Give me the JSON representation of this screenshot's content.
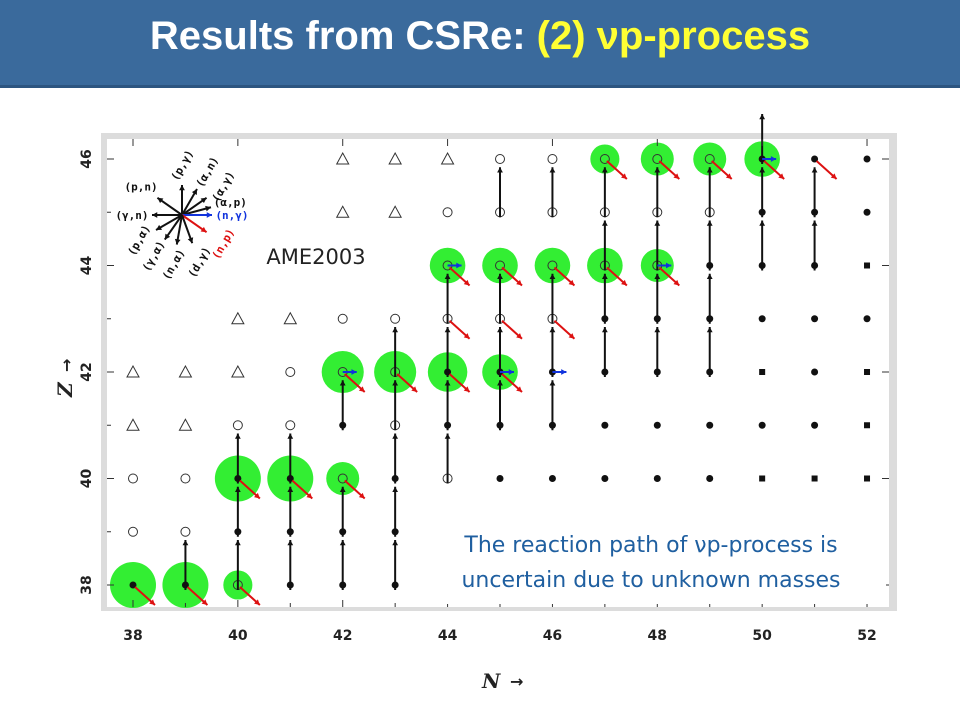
{
  "title": {
    "prefix": "Results from CSRe: ",
    "highlight": "(2) νp-process"
  },
  "annotations": {
    "mass_table": "AME2003",
    "note_line1": "The reaction path of νp-process is",
    "note_line2": "uncertain due to unknown masses"
  },
  "legend_key": {
    "labels": [
      "(p,γ)",
      "(α,n)",
      "(α,γ)",
      "(α,p)",
      "(n,γ)",
      "(n,p)",
      "(d,γ)",
      "(n,α)",
      "(γ,α)",
      "(p,α)",
      "(γ,n)",
      "(p,n)"
    ]
  },
  "colors": {
    "flux_circle": "#33ee33",
    "arrow_np": "#dd1111",
    "arrow_ngamma": "#1133dd",
    "arrow_pgamma": "#111111",
    "title_bar": "#3a6a9c",
    "title_highlight": "#ffff33",
    "note_text": "#1f5fa0"
  },
  "chart_data": {
    "type": "scatter",
    "title": "",
    "xlabel": "N",
    "ylabel": "Z",
    "xlim": [
      37.1,
      52.6
    ],
    "ylim": [
      37.3,
      46.6
    ],
    "xticks": [
      38,
      40,
      42,
      44,
      46,
      48,
      50,
      52
    ],
    "yticks": [
      38,
      40,
      42,
      44,
      46
    ],
    "grid": false,
    "legend_position": "top-left",
    "rows": [
      {
        "Z": 46,
        "cells": {
          "42": "U",
          "43": "U",
          "44": "U",
          "45": "P",
          "46": "P",
          "47": "P",
          "48": "P",
          "49": "P",
          "50": "M",
          "51": "M",
          "52": "M"
        }
      },
      {
        "Z": 45,
        "cells": {
          "42": "U",
          "43": "U",
          "44": "P",
          "45": "P",
          "46": "P",
          "47": "P",
          "48": "P",
          "49": "P",
          "50": "M",
          "51": "M",
          "52": "M"
        }
      },
      {
        "Z": 44,
        "cells": {
          "44": "P",
          "45": "P",
          "46": "P",
          "47": "P",
          "48": "P",
          "49": "M",
          "50": "M",
          "51": "M",
          "52": "S"
        }
      },
      {
        "Z": 43,
        "cells": {
          "40": "U",
          "41": "U",
          "42": "P",
          "43": "P",
          "44": "P",
          "45": "P",
          "46": "P",
          "47": "M",
          "48": "M",
          "49": "M",
          "50": "M",
          "51": "M",
          "52": "M"
        }
      },
      {
        "Z": 42,
        "cells": {
          "38": "U",
          "39": "U",
          "40": "U",
          "41": "P",
          "42": "P",
          "43": "P",
          "44": "M",
          "45": "M",
          "46": "M",
          "47": "M",
          "48": "M",
          "49": "M",
          "50": "S",
          "51": "M",
          "52": "S"
        }
      },
      {
        "Z": 41,
        "cells": {
          "38": "U",
          "39": "U",
          "40": "P",
          "41": "P",
          "42": "M",
          "43": "P",
          "44": "M",
          "45": "M",
          "46": "M",
          "47": "M",
          "48": "M",
          "49": "M",
          "50": "M",
          "51": "M",
          "52": "S"
        }
      },
      {
        "Z": 40,
        "cells": {
          "38": "P",
          "39": "P",
          "40": "M",
          "41": "M",
          "42": "P",
          "43": "M",
          "44": "P",
          "45": "M",
          "46": "M",
          "47": "M",
          "48": "M",
          "49": "M",
          "50": "S",
          "51": "S",
          "52": "S"
        }
      },
      {
        "Z": 39,
        "cells": {
          "38": "P",
          "39": "P",
          "40": "M",
          "41": "M",
          "42": "M",
          "43": "M"
        }
      },
      {
        "Z": 38,
        "cells": {
          "38": "M",
          "39": "M",
          "40": "P",
          "41": "M",
          "42": "M",
          "43": "M"
        }
      }
    ],
    "flux": [
      {
        "N": 38,
        "Z": 38,
        "size": 1.0
      },
      {
        "N": 39,
        "Z": 38,
        "size": 1.0
      },
      {
        "N": 40,
        "Z": 38,
        "size": 0.35
      },
      {
        "N": 40,
        "Z": 40,
        "size": 1.0
      },
      {
        "N": 41,
        "Z": 40,
        "size": 1.0
      },
      {
        "N": 42,
        "Z": 40,
        "size": 0.5
      },
      {
        "N": 42,
        "Z": 42,
        "size": 0.85
      },
      {
        "N": 43,
        "Z": 42,
        "size": 0.85
      },
      {
        "N": 44,
        "Z": 42,
        "size": 0.75
      },
      {
        "N": 45,
        "Z": 42,
        "size": 0.6
      },
      {
        "N": 44,
        "Z": 44,
        "size": 0.6
      },
      {
        "N": 45,
        "Z": 44,
        "size": 0.6
      },
      {
        "N": 46,
        "Z": 44,
        "size": 0.6
      },
      {
        "N": 47,
        "Z": 44,
        "size": 0.6
      },
      {
        "N": 48,
        "Z": 44,
        "size": 0.5
      },
      {
        "N": 47,
        "Z": 46,
        "size": 0.35
      },
      {
        "N": 48,
        "Z": 46,
        "size": 0.5
      },
      {
        "N": 49,
        "Z": 46,
        "size": 0.5
      },
      {
        "N": 50,
        "Z": 46,
        "size": 0.6
      }
    ],
    "np_arrows": [
      {
        "N": 38,
        "Z": 38
      },
      {
        "N": 39,
        "Z": 38
      },
      {
        "N": 40,
        "Z": 38
      },
      {
        "N": 40,
        "Z": 40
      },
      {
        "N": 41,
        "Z": 40
      },
      {
        "N": 42,
        "Z": 40
      },
      {
        "N": 42,
        "Z": 42
      },
      {
        "N": 43,
        "Z": 42
      },
      {
        "N": 44,
        "Z": 42
      },
      {
        "N": 45,
        "Z": 42
      },
      {
        "N": 44,
        "Z": 43
      },
      {
        "N": 45,
        "Z": 43
      },
      {
        "N": 46,
        "Z": 43
      },
      {
        "N": 44,
        "Z": 44
      },
      {
        "N": 45,
        "Z": 44
      },
      {
        "N": 46,
        "Z": 44
      },
      {
        "N": 47,
        "Z": 44
      },
      {
        "N": 48,
        "Z": 44
      },
      {
        "N": 47,
        "Z": 46
      },
      {
        "N": 48,
        "Z": 46
      },
      {
        "N": 49,
        "Z": 46
      },
      {
        "N": 50,
        "Z": 46
      },
      {
        "N": 51,
        "Z": 46
      }
    ],
    "ngamma_arrows": [
      {
        "N": 42,
        "Z": 42
      },
      {
        "N": 45,
        "Z": 42
      },
      {
        "N": 46,
        "Z": 42
      },
      {
        "N": 44,
        "Z": 44
      },
      {
        "N": 48,
        "Z": 44
      },
      {
        "N": 50,
        "Z": 46
      }
    ],
    "pgamma_arrows": [
      {
        "N": 39,
        "Z": 38
      },
      {
        "N": 40,
        "Z": 38
      },
      {
        "N": 41,
        "Z": 38
      },
      {
        "N": 42,
        "Z": 38
      },
      {
        "N": 43,
        "Z": 38
      },
      {
        "N": 40,
        "Z": 39
      },
      {
        "N": 41,
        "Z": 39
      },
      {
        "N": 42,
        "Z": 39
      },
      {
        "N": 43,
        "Z": 39
      },
      {
        "N": 40,
        "Z": 40
      },
      {
        "N": 41,
        "Z": 40
      },
      {
        "N": 43,
        "Z": 40
      },
      {
        "N": 44,
        "Z": 40
      },
      {
        "N": 42,
        "Z": 41
      },
      {
        "N": 43,
        "Z": 41
      },
      {
        "N": 44,
        "Z": 41
      },
      {
        "N": 45,
        "Z": 41
      },
      {
        "N": 46,
        "Z": 41
      },
      {
        "N": 43,
        "Z": 42
      },
      {
        "N": 44,
        "Z": 42
      },
      {
        "N": 45,
        "Z": 42
      },
      {
        "N": 46,
        "Z": 42
      },
      {
        "N": 47,
        "Z": 42
      },
      {
        "N": 48,
        "Z": 42
      },
      {
        "N": 49,
        "Z": 42
      },
      {
        "N": 44,
        "Z": 43
      },
      {
        "N": 45,
        "Z": 43
      },
      {
        "N": 46,
        "Z": 43
      },
      {
        "N": 47,
        "Z": 43
      },
      {
        "N": 48,
        "Z": 43
      },
      {
        "N": 49,
        "Z": 43
      },
      {
        "N": 47,
        "Z": 44
      },
      {
        "N": 48,
        "Z": 44
      },
      {
        "N": 49,
        "Z": 44
      },
      {
        "N": 50,
        "Z": 44
      },
      {
        "N": 51,
        "Z": 44
      },
      {
        "N": 45,
        "Z": 45
      },
      {
        "N": 46,
        "Z": 45
      },
      {
        "N": 47,
        "Z": 45
      },
      {
        "N": 48,
        "Z": 45
      },
      {
        "N": 49,
        "Z": 45
      },
      {
        "N": 50,
        "Z": 45
      },
      {
        "N": 51,
        "Z": 45
      },
      {
        "N": 50,
        "Z": 46
      }
    ]
  }
}
